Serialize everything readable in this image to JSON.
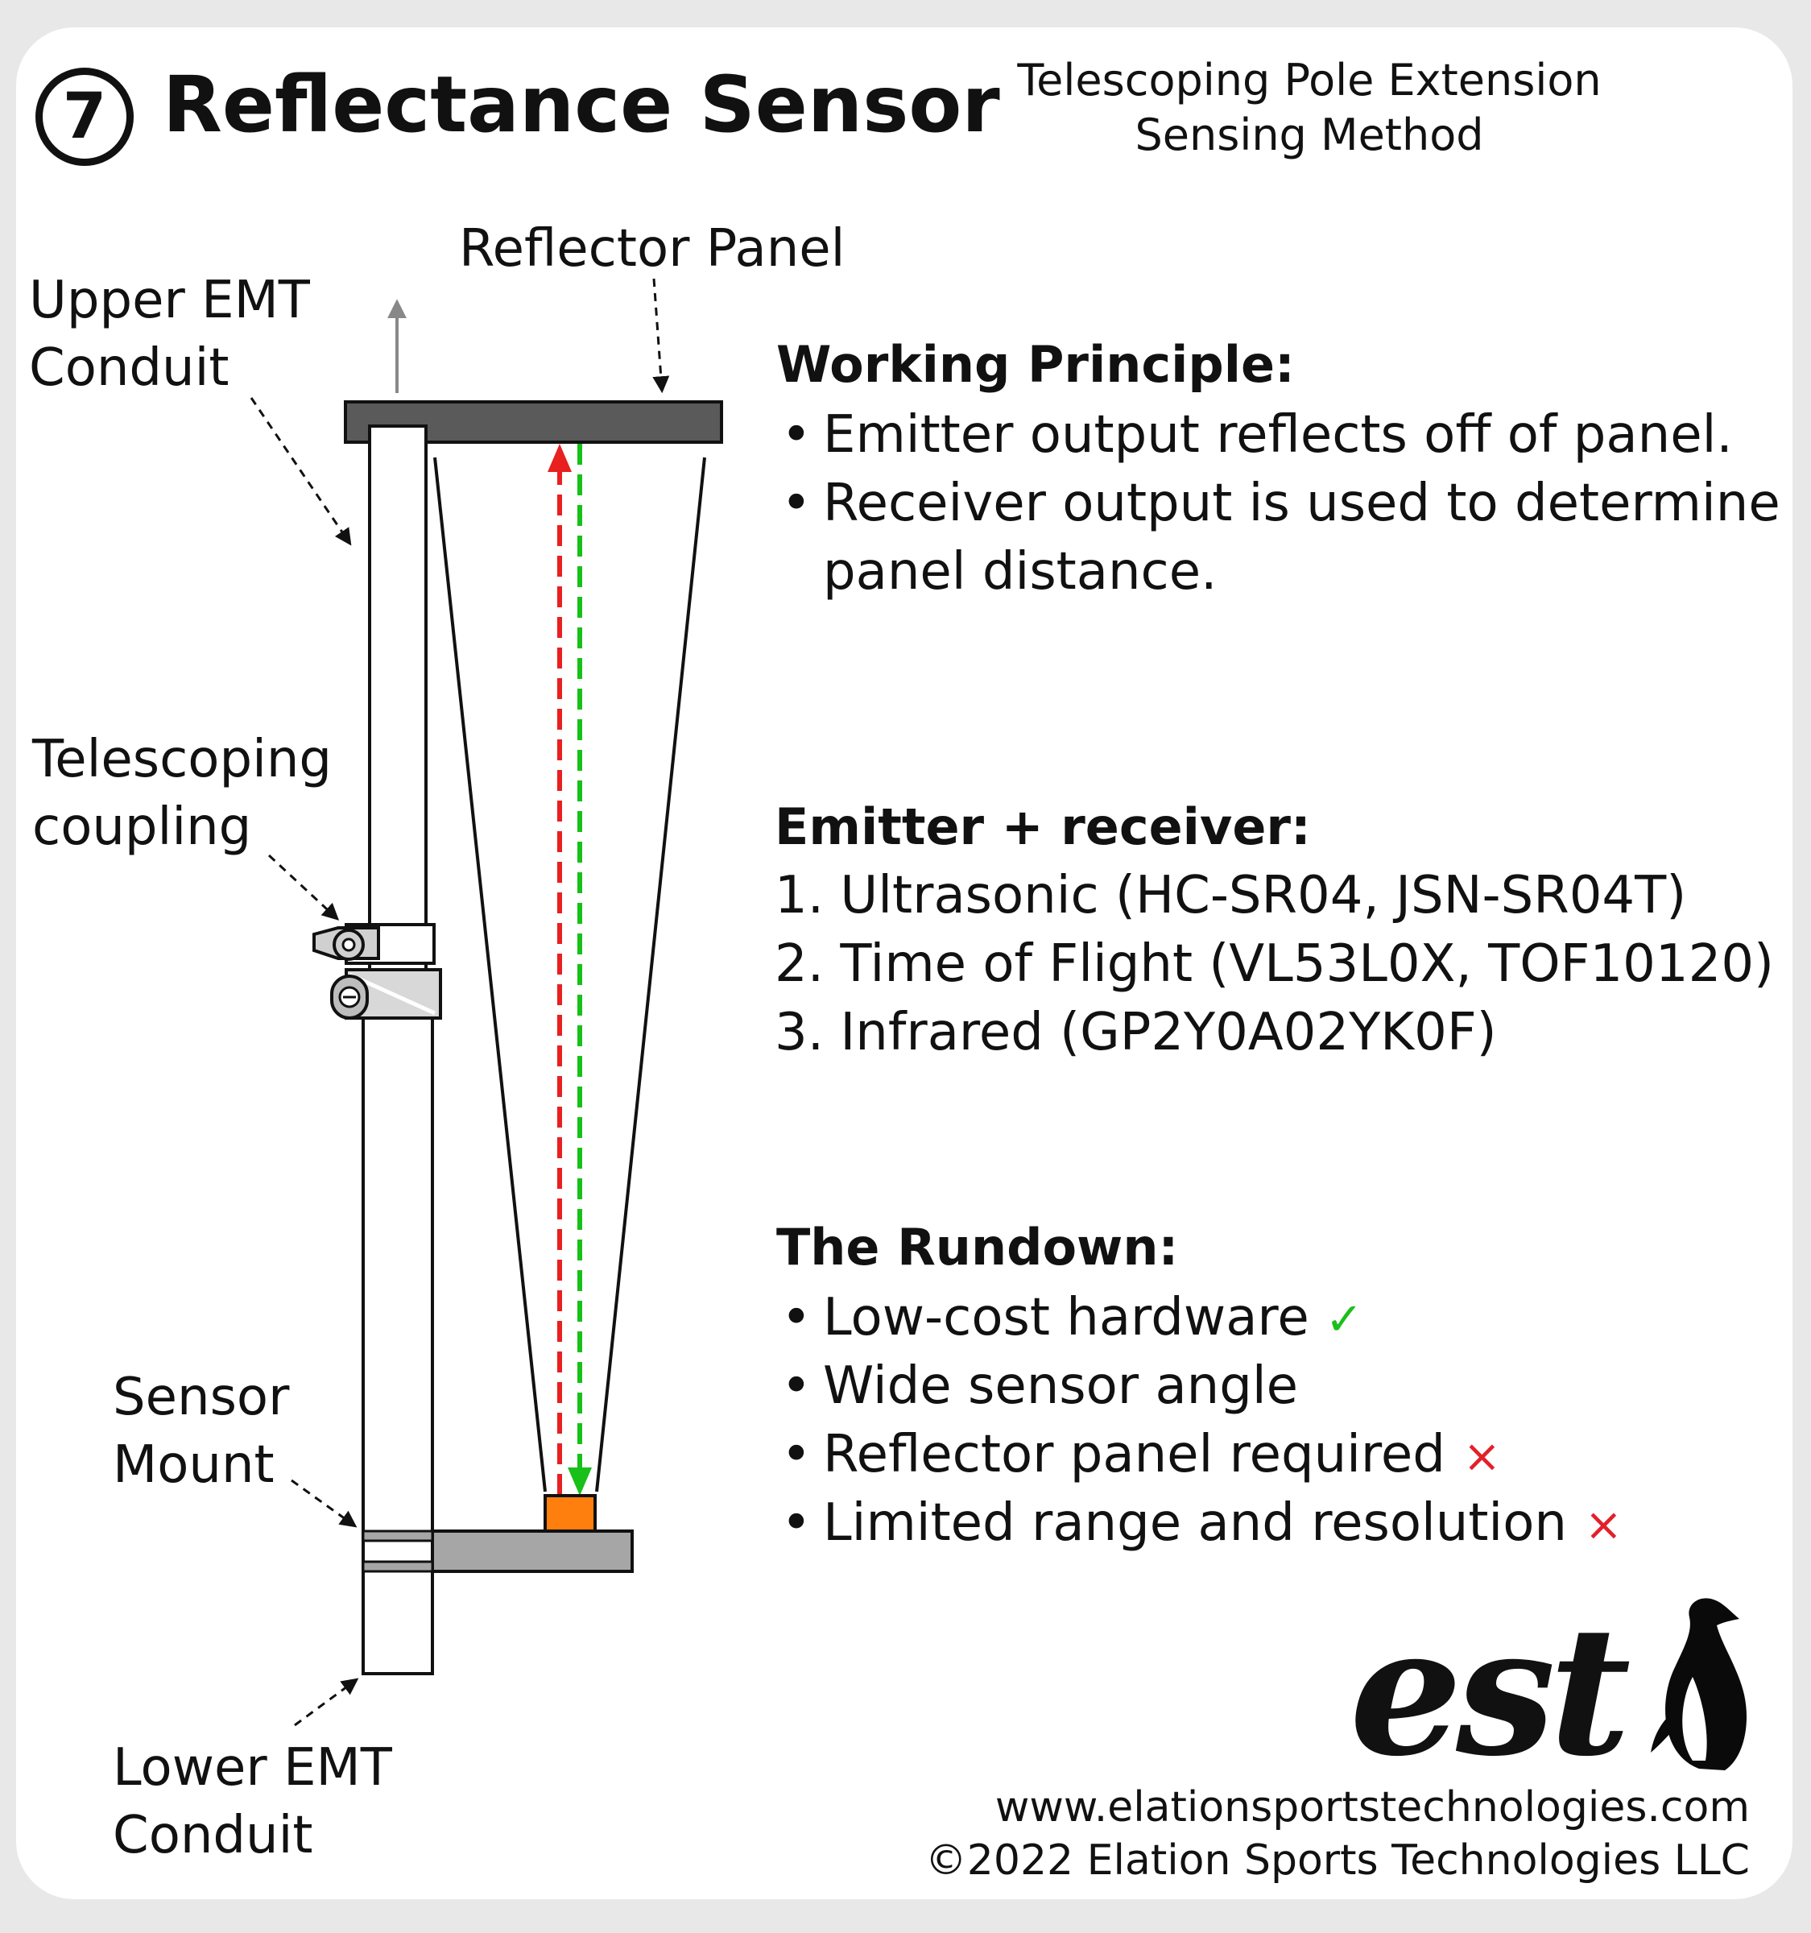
{
  "header": {
    "number": "7",
    "title": "Reflectance Sensor",
    "subtitle": "Telescoping Pole Extension Sensing Method"
  },
  "labels": {
    "reflector_panel": "Reflector Panel",
    "upper_emt_1": "Upper EMT",
    "upper_emt_2": "Conduit",
    "telescoping_1": "Telescoping",
    "telescoping_2": "coupling",
    "sensor_mount_1": "Sensor",
    "sensor_mount_2": "Mount",
    "lower_emt_1": "Lower EMT",
    "lower_emt_2": "Conduit"
  },
  "working_principle": {
    "heading": "Working Principle:",
    "bullets": [
      "Emitter output reflects off of panel.",
      "Receiver output is used to determine",
      "panel distance."
    ]
  },
  "emitter_receiver": {
    "heading": "Emitter + receiver:",
    "items": [
      "1. Ultrasonic (HC-SR04, JSN-SR04T)",
      "2. Time of Flight (VL53L0X, TOF10120)",
      "3. Infrared (GP2Y0A02YK0F)"
    ]
  },
  "rundown": {
    "heading": "The Rundown:",
    "items": [
      {
        "text": "Low-cost hardware",
        "mark": "✓"
      },
      {
        "text": "Wide sensor angle",
        "mark": ""
      },
      {
        "text": "Reflector panel required",
        "mark": "×"
      },
      {
        "text": "Limited range and resolution",
        "mark": "×"
      }
    ]
  },
  "footer": {
    "logo_text": "est",
    "url": "www.elationsportstechnologies.com",
    "copyright": "©2022 Elation Sports Technologies LLC"
  },
  "colors": {
    "emitter_beam": "#e8201f",
    "receiver_beam": "#18c018",
    "sensor": "#ff7f0e",
    "panel": "#5a5a5a",
    "mount": "#a6a6a6"
  }
}
